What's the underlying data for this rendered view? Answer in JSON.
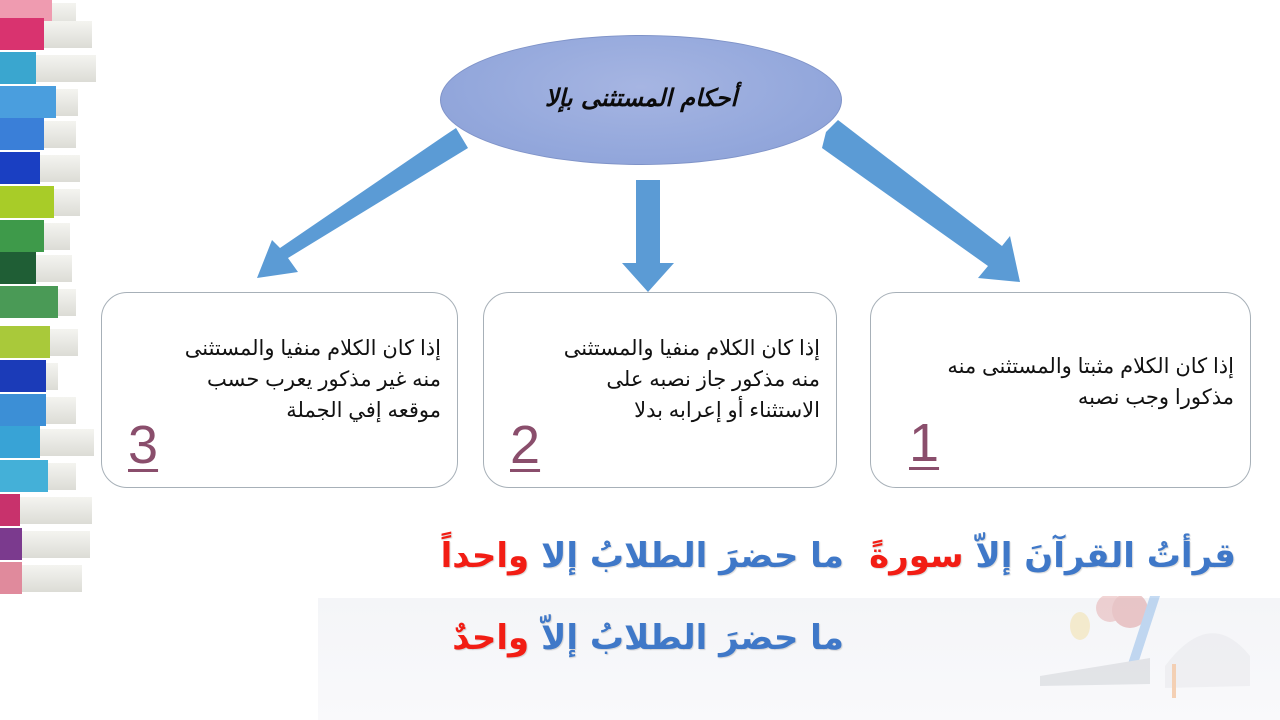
{
  "diagram": {
    "title": "أحكام المستثنى بإلا",
    "colors": {
      "ellipse_fill": "#94a8dc",
      "arrow": "#5b9bd5",
      "number": "#8a4e6c",
      "example_text": "#3f78c8",
      "example_highlight": "#f21d14",
      "box_border": "#a7b0b8"
    },
    "rules": [
      {
        "number": "1",
        "lines": [
          "إذا كان الكلام مثبتا والمستثنى منه",
          "مذكورا وجب نصبه"
        ]
      },
      {
        "number": "2",
        "lines": [
          "إذا كان الكلام منفيا والمستثنى",
          "منه مذكور جاز نصبه على",
          "الاستثناء أو إعرابه بدلا"
        ]
      },
      {
        "number": "3",
        "lines": [
          "إذا كان الكلام منفيا والمستثنى",
          "منه غير مذكور يعرب حسب",
          "موقعه إفي الجملة"
        ]
      }
    ]
  },
  "examples": [
    {
      "main": "قرأتُ القرآنَ إلاّ ",
      "highlight": "سورةً"
    },
    {
      "main": "ما حضرَ الطلابُ إلا ",
      "highlight": "واحداً"
    },
    {
      "main": "ما حضرَ الطلابُ إلاّ ",
      "highlight": "واحدٌ"
    }
  ]
}
